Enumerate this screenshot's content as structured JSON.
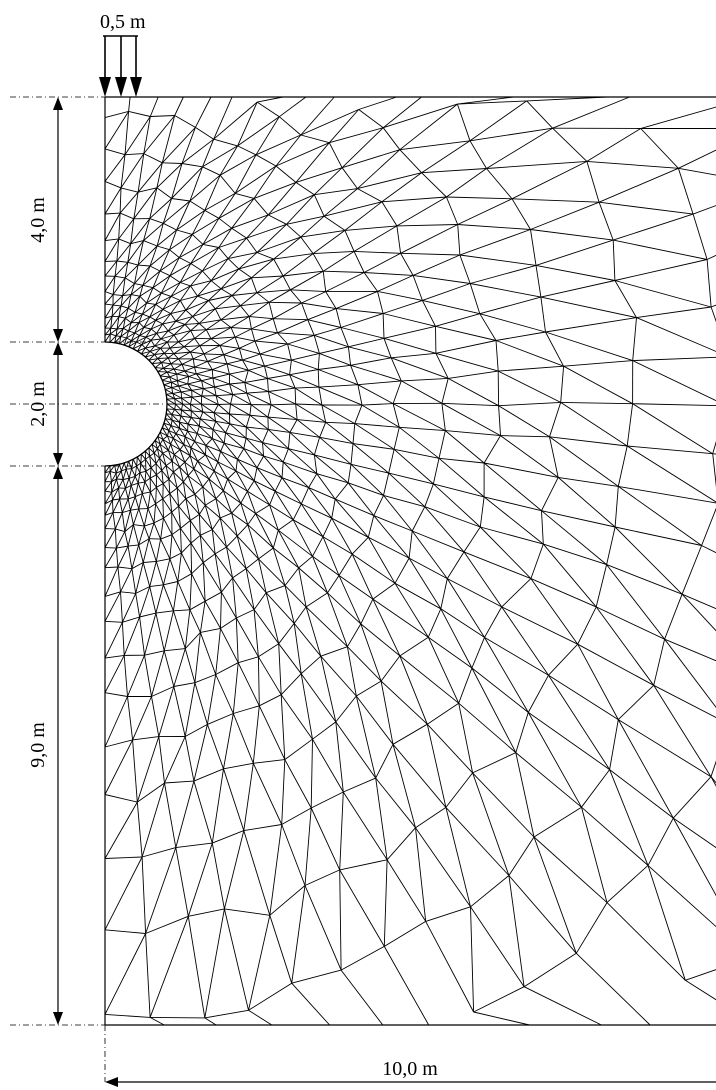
{
  "labels": {
    "load_width": "0,5 m",
    "top_depth": "4,0 m",
    "cavity_diameter": "2,0 m",
    "bottom_depth": "9,0 m",
    "domain_width": "10,0 m"
  }
}
